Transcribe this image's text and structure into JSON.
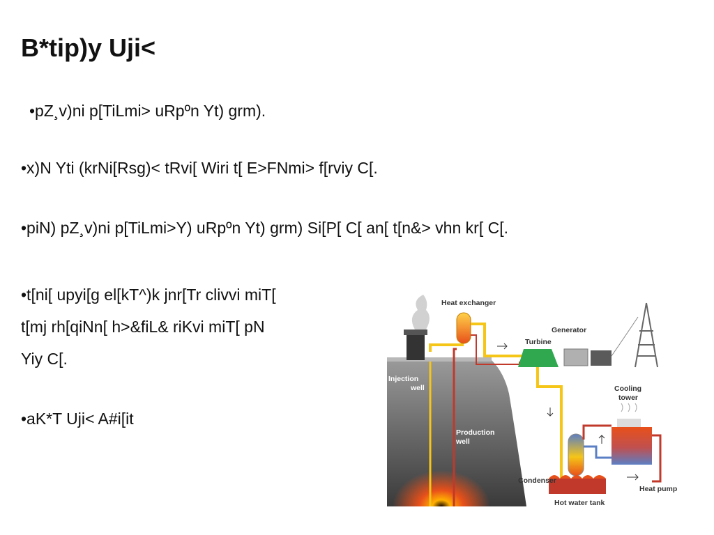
{
  "slide": {
    "title": "B*tip)y Uji<",
    "bullets": [
      "•pZ¸v)ni p[TiLmi> uRpºn Yt) grm).",
      "•x)N Yti (krNi[Rsg)< tRvi[ Wiri t[ E>FNmi> f[rviy C[.",
      "•piN) pZ¸v)ni p[TiLmi>Y) uRpºn Yt) grm) Si[P[ C[ an[ t[n&> vhn kr[ C[.",
      [
        "•t[ni[ upyi[g el[kT^)k jnr[Tr clivvi miT[",
        "t[mj rh[qiNn[ h>&fiL& riKvi miT[ pN",
        "Yiy C[."
      ],
      "•aK*T Uji< A#i[it"
    ]
  },
  "diagram": {
    "labels": {
      "heat_exchanger": "Heat exchanger",
      "generator": "Generator",
      "turbine": "Turbine",
      "injection_1": "Injection",
      "injection_2": "well",
      "production_1": "Production",
      "production_2": "well",
      "cooling_1": "Cooling",
      "cooling_2": "tower",
      "condenser": "Condenser",
      "hot_water_tank": "Hot water tank",
      "heat_pump": "Heat pump"
    },
    "colors": {
      "hot_pipe": "#f5c518",
      "red_pipe": "#c0392b",
      "blue_pipe": "#5b7fc4",
      "turbine": "#2fa84f",
      "magma": "#e8501a"
    }
  }
}
